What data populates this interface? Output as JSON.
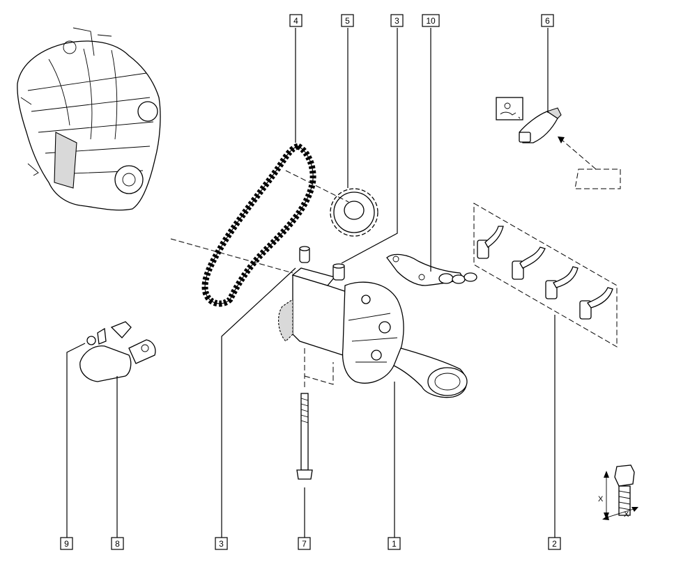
{
  "callouts": {
    "c1": "1",
    "c2": "2",
    "c3_top": "3",
    "c3_bottom": "3",
    "c4": "4",
    "c5": "5",
    "c6": "6",
    "c7": "7",
    "c8": "8",
    "c9": "9",
    "c10": "10"
  },
  "dimension": {
    "x_vertical": "X",
    "x_horizontal": "X"
  }
}
